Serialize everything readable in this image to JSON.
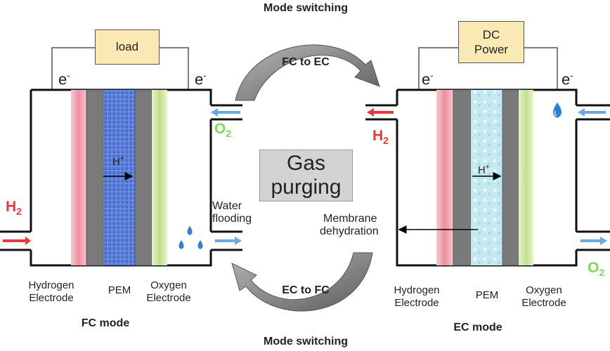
{
  "top_label": "Mode switching",
  "bottom_label": "Mode switching",
  "arrow_top_label": "FC to EC",
  "arrow_bottom_label": "EC to FC",
  "center_box": {
    "line1": "Gas",
    "line2": "purging"
  },
  "left_cell": {
    "load_label": "load",
    "electron_left": "e",
    "electron_right": "e",
    "electron_sign": "-",
    "proton_label": "H",
    "proton_sign": "+",
    "h2_label": "H",
    "h2_sub": "2",
    "o2_label": "O",
    "o2_sub": "2",
    "water_label_line1": "Water",
    "water_label_line2": "flooding",
    "hydrogen_electrode_line1": "Hydrogen",
    "hydrogen_electrode_line2": "Electrode",
    "pem_label": "PEM",
    "oxygen_electrode_line1": "Oxygen",
    "oxygen_electrode_line2": "Electrode",
    "mode_label": "FC mode"
  },
  "right_cell": {
    "power_line1": "DC",
    "power_line2": "Power",
    "electron_left": "e",
    "electron_right": "e",
    "electron_sign": "-",
    "proton_label": "H",
    "proton_sign": "+",
    "h2_label": "H",
    "h2_sub": "2",
    "o2_label": "O",
    "o2_sub": "2",
    "membrane_label_line1": "Membrane",
    "membrane_label_line2": "dehydration",
    "hydrogen_electrode_line1": "Hydrogen",
    "hydrogen_electrode_line2": "Electrode",
    "pem_label": "PEM",
    "oxygen_electrode_line1": "Oxygen",
    "oxygen_electrode_line2": "Electrode",
    "mode_label": "EC mode"
  },
  "colors": {
    "h2": "#e8383d",
    "o2": "#7ed957",
    "hydrogen_electrode": "#f3a9b4",
    "graphite": "#7a7a7a",
    "pem_left": "#4a6fd1",
    "pem_right": "#bfe6ee",
    "oxygen_electrode": "#cfe8a8",
    "inlet_arrow_blue": "#6aa9e6",
    "droplet": "#2f7fd8",
    "curved_arrow": "#8a8a8a",
    "box_fill": "#fbe9b4",
    "gas_box": "#d3d3d3"
  }
}
